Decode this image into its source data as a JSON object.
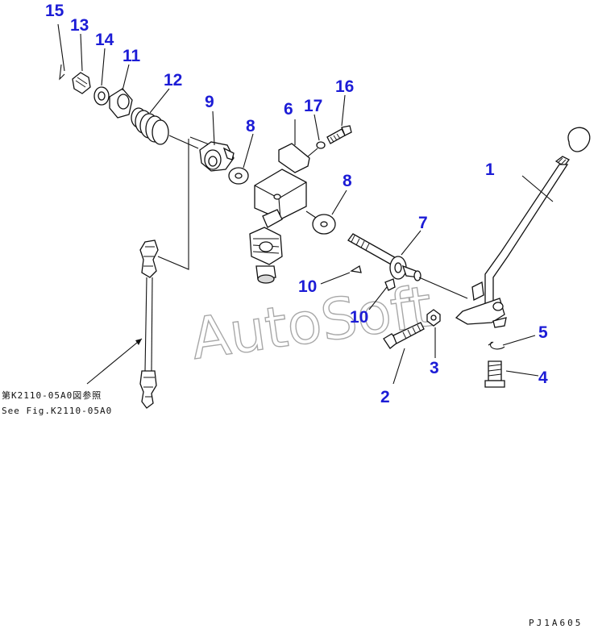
{
  "watermark": "AutoSoft",
  "drawing_code": "PJ1A605",
  "reference": {
    "jp": "第K2110-05A0図参照",
    "en": "See Fig.K2110-05A0"
  },
  "callouts": [
    {
      "id": "1",
      "label": "1"
    },
    {
      "id": "2",
      "label": "2"
    },
    {
      "id": "3",
      "label": "3"
    },
    {
      "id": "4",
      "label": "4"
    },
    {
      "id": "5",
      "label": "5"
    },
    {
      "id": "6",
      "label": "6"
    },
    {
      "id": "7",
      "label": "7"
    },
    {
      "id": "8a",
      "label": "8"
    },
    {
      "id": "8b",
      "label": "8"
    },
    {
      "id": "9",
      "label": "9"
    },
    {
      "id": "10a",
      "label": "10"
    },
    {
      "id": "10b",
      "label": "10"
    },
    {
      "id": "11",
      "label": "11"
    },
    {
      "id": "12",
      "label": "12"
    },
    {
      "id": "13",
      "label": "13"
    },
    {
      "id": "14",
      "label": "14"
    },
    {
      "id": "15",
      "label": "15"
    },
    {
      "id": "16",
      "label": "16"
    },
    {
      "id": "17",
      "label": "17"
    }
  ]
}
